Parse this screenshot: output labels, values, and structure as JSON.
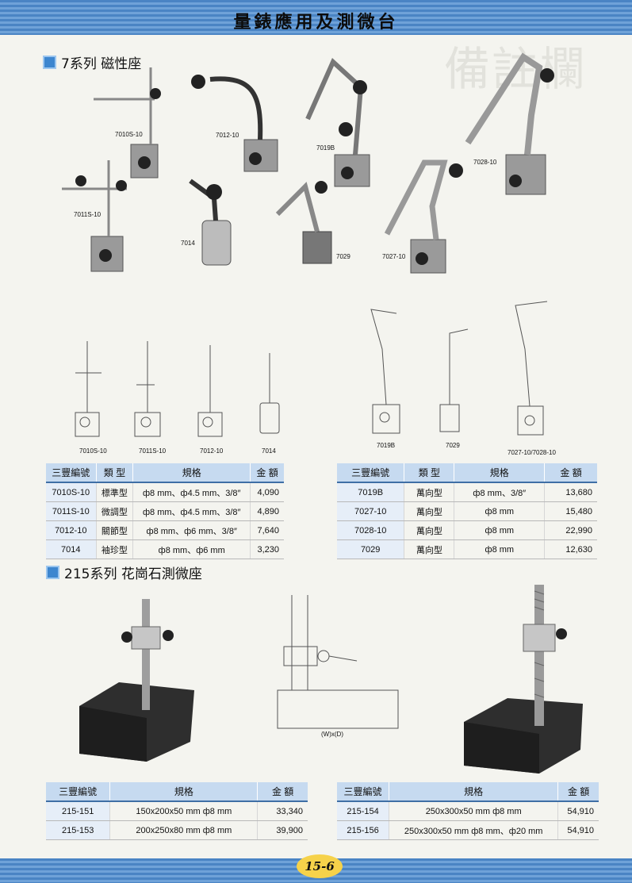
{
  "header": {
    "title": "量錶應用及測微台",
    "watermark": "備註欄"
  },
  "section7": {
    "heading": "7系列  磁性座",
    "photo_labels": [
      "7010S-10",
      "7011S-10",
      "7012-10",
      "7019B",
      "7014",
      "7029",
      "7027-10",
      "7028-10"
    ],
    "drawing_labels": [
      "7010S-10",
      "7011S-10",
      "7012-10",
      "7014",
      "7019B",
      "7029",
      "7027-10/7028-10"
    ],
    "table_left": {
      "headers": [
        "三豐編號",
        "類 型",
        "規格",
        "金  額"
      ],
      "rows": [
        [
          "7010S-10",
          "標準型",
          "ф8 mm、ф4.5 mm、3/8″",
          "4,090"
        ],
        [
          "7011S-10",
          "微調型",
          "ф8 mm、ф4.5 mm、3/8″",
          "4,890"
        ],
        [
          "7012-10",
          "關節型",
          "ф8 mm、ф6 mm、3/8″",
          "7,640"
        ],
        [
          "7014",
          "袖珍型",
          "ф8 mm、ф6 mm",
          "3,230"
        ]
      ]
    },
    "table_right": {
      "headers": [
        "三豐編號",
        "類 型",
        "規格",
        "金  額"
      ],
      "rows": [
        [
          "7019B",
          "萬向型",
          "ф8 mm、3/8″",
          "13,680"
        ],
        [
          "7027-10",
          "萬向型",
          "ф8 mm",
          "15,480"
        ],
        [
          "7028-10",
          "萬向型",
          "ф8 mm",
          "22,990"
        ],
        [
          "7029",
          "萬向型",
          "ф8 mm",
          "12,630"
        ]
      ]
    }
  },
  "section215": {
    "heading": "215系列  花崗石測微座",
    "drawing_label": "(W)x(D)",
    "table_left": {
      "headers": [
        "三豐編號",
        "規格",
        "金  額"
      ],
      "rows": [
        [
          "215-151",
          "150x200x50 mm  ф8 mm",
          "33,340"
        ],
        [
          "215-153",
          "200x250x80 mm  ф8 mm",
          "39,900"
        ]
      ]
    },
    "table_right": {
      "headers": [
        "三豐編號",
        "規格",
        "金  額"
      ],
      "rows": [
        [
          "215-154",
          "250x300x50 mm  ф8 mm",
          "54,910"
        ],
        [
          "215-156",
          "250x300x50 mm  ф8 mm、ф20 mm",
          "54,910"
        ]
      ]
    }
  },
  "footer": {
    "page": "15-6"
  }
}
